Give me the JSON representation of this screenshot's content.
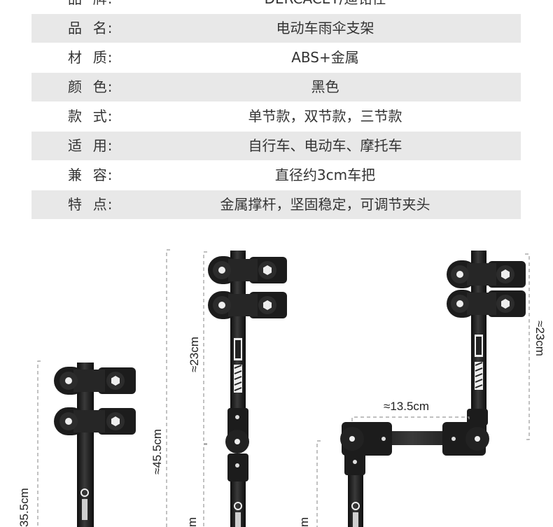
{
  "spec_table": {
    "rows": [
      {
        "label": "品  牌:",
        "value": "DERCACEY/迪铭仕",
        "shaded": false
      },
      {
        "label": "品  名:",
        "value": "电动车雨伞支架",
        "shaded": true
      },
      {
        "label": "材  质:",
        "value": "ABS+金属",
        "shaded": false
      },
      {
        "label": "颜  色:",
        "value": "黑色",
        "shaded": true
      },
      {
        "label": "款  式:",
        "value": "单节款，双节款，三节款",
        "shaded": false
      },
      {
        "label": "适  用:",
        "value": "自行车、电动车、摩托车",
        "shaded": true
      },
      {
        "label": "兼  容:",
        "value": "直径约3cm车把",
        "shaded": false
      },
      {
        "label": "特  点:",
        "value": "金属撑杆，坚固稳定，可调节夹头",
        "shaded": true
      }
    ]
  },
  "dimensions": {
    "single": "35.5cm",
    "double_total": "≈45.5cm",
    "double_top": "≈23cm",
    "triple_top": "≈23cm",
    "triple_arm": "≈13.5cm",
    "cut_a": "m",
    "cut_b": "m"
  },
  "colors": {
    "shade": "#e8e8e8",
    "text": "#333333",
    "product": "#1c1c1c",
    "dashed": "#9a9a9a"
  }
}
